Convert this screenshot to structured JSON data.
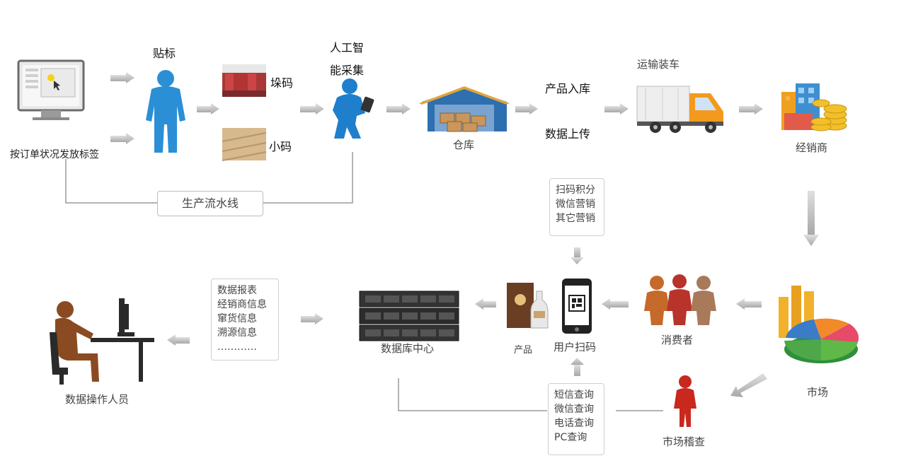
{
  "labels": {
    "issue_labels": "按订单状况发放标签",
    "labeling": "贴标",
    "stack_code": "垛码",
    "small_code": "小码",
    "ai_collect_line1": "人工智",
    "ai_collect_line2": "能采集",
    "production_line": "生产流水线",
    "warehouse": "仓库",
    "product_in": "产品入库",
    "data_upload": "数据上传",
    "transport": "运输装车",
    "distributor": "经销商",
    "market": "市场",
    "consumer": "消费者",
    "user_scan": "用户扫码",
    "product": "产品",
    "data_center": "数据库中心",
    "market_inspect": "市场稽查",
    "data_operator": "数据操作人员"
  },
  "marketing_box": [
    "扫码积分",
    "微信营销",
    "其它营销"
  ],
  "query_box": [
    "短信查询",
    "微信查询",
    "电话查询",
    "PC查询"
  ],
  "report_box": [
    "数据报表",
    "经销商信息",
    "窜货信息",
    "溯源信息",
    "…………"
  ],
  "colors": {
    "arrow": "#bdbdbd",
    "person_blue": "#2b8fd6",
    "person_red": "#c8281e",
    "person_brown": "#8a4b22",
    "warehouse_blue": "#2e6fb0",
    "truck_orange": "#f39a1e",
    "line": "#9a9a9a"
  }
}
